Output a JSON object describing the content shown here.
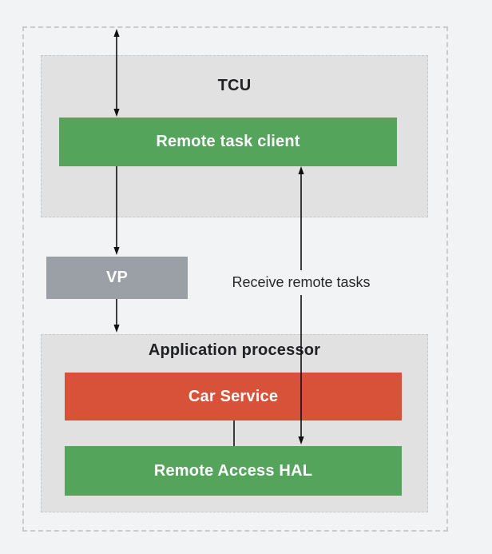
{
  "diagram": {
    "tcu_section": {
      "title": "TCU",
      "remote_task_client_label": "Remote task client"
    },
    "vp_box": {
      "label": "VP"
    },
    "app_section": {
      "title": "Application processor",
      "car_service_label": "Car Service",
      "remote_access_hal_label": "Remote Access HAL"
    },
    "labels": {
      "receive_remote_tasks": "Receive remote tasks"
    },
    "colors": {
      "page_background": "#F1F3F4",
      "section_background": "#E1E1E2",
      "green_block": "#55A45C",
      "red_block": "#D8523A",
      "gray_block": "#9AA0A6",
      "dashed_border": "#C9CBCE",
      "arrow": "#111111",
      "title_text": "#202124",
      "block_text": "#FFFFFF"
    }
  }
}
